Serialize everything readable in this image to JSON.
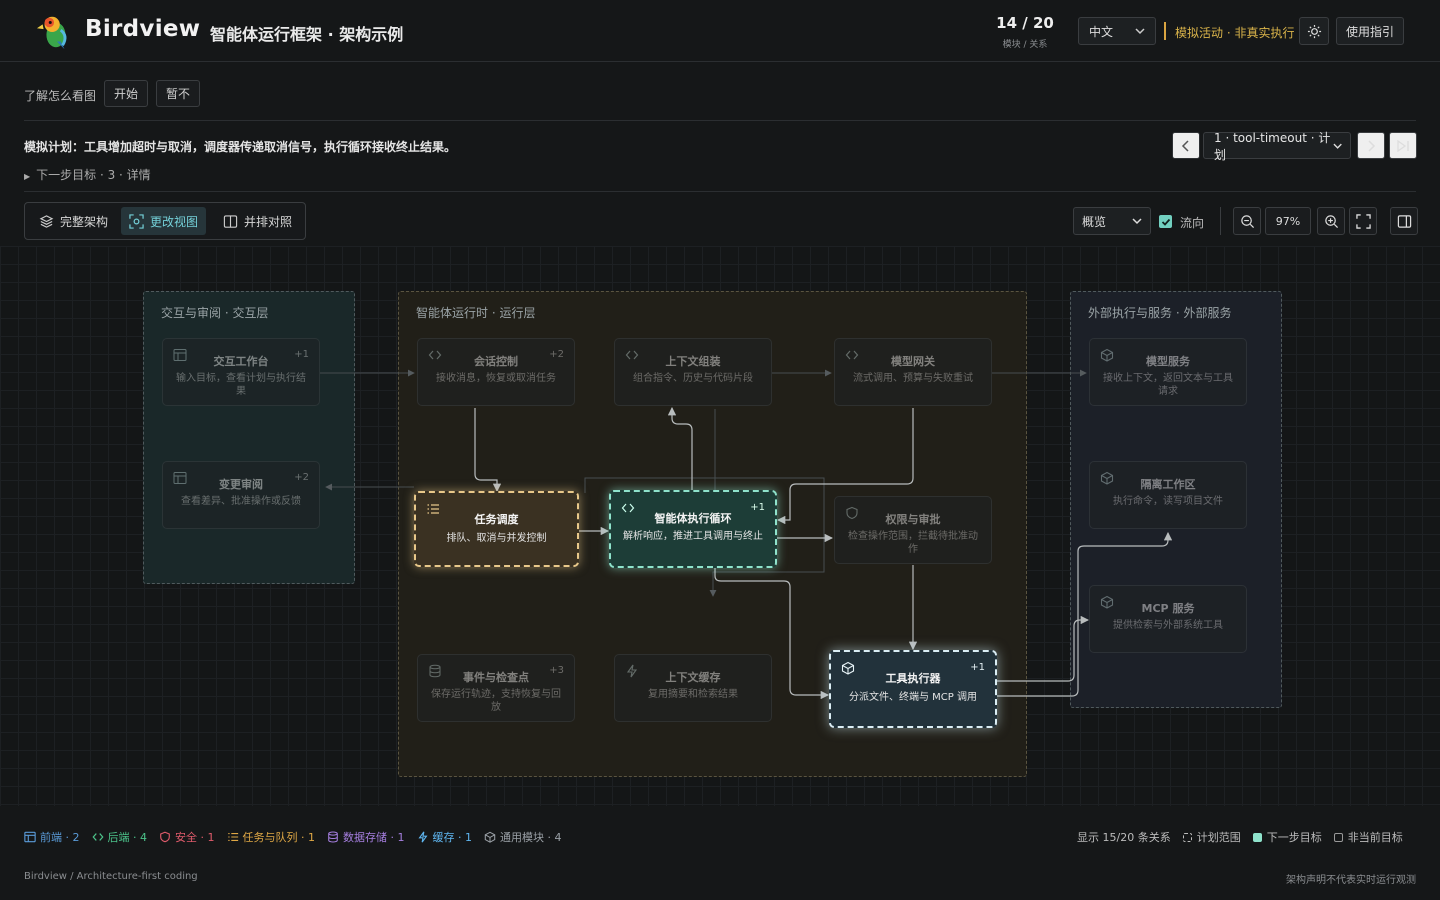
{
  "header": {
    "brand": "Birdview",
    "page_title": "智能体运行框架 · 架构示例",
    "counter": "14 / 20",
    "counter_label": "模块 / 关系",
    "language": "中文",
    "sim_notice": "模拟活动 · 非真实执行",
    "theme_icon": "sun-icon",
    "guide_label": "使用指引"
  },
  "onboarding": {
    "prompt": "了解怎么看图",
    "start_label": "开始",
    "skip_label": "暂不"
  },
  "plan": {
    "text": "模拟计划：工具增加超时与取消，调度器传递取消信号，执行循环接收终止结果。",
    "next_goal": "下一步目标 · 3 · 详情",
    "step_select": "1 · tool-timeout · 计划"
  },
  "toolbar": {
    "tabs": [
      {
        "label": "完整架构",
        "icon": "layers-icon",
        "active": false
      },
      {
        "label": "更改视图",
        "icon": "focus-icon",
        "active": true
      },
      {
        "label": "并排对照",
        "icon": "split-icon",
        "active": false
      }
    ],
    "overview_select": "概览",
    "flow_checked": true,
    "flow_label": "流向",
    "zoom": "97%"
  },
  "groups": [
    {
      "title": "交互与审阅 · 交互层"
    },
    {
      "title": "智能体运行时 · 运行层"
    },
    {
      "title": "外部执行与服务 · 外部服务"
    }
  ],
  "nodes": [
    {
      "title": "交互工作台",
      "desc": "输入目标，查看计划与执行结果",
      "count": "+1",
      "icon": "panel-icon"
    },
    {
      "title": "变更审阅",
      "desc": "查看差异、批准操作或反馈",
      "count": "+2",
      "icon": "panel-icon"
    },
    {
      "title": "会话控制",
      "desc": "接收消息，恢复或取消任务",
      "count": "+2",
      "icon": "code-icon"
    },
    {
      "title": "上下文组装",
      "desc": "组合指令、历史与代码片段",
      "count": "",
      "icon": "code-icon"
    },
    {
      "title": "模型网关",
      "desc": "流式调用、预算与失败重试",
      "count": "",
      "icon": "code-icon"
    },
    {
      "title": "任务调度",
      "desc": "排队、取消与并发控制",
      "count": "",
      "icon": "list-icon"
    },
    {
      "title": "智能体执行循环",
      "desc": "解析响应，推进工具调用与终止",
      "count": "+1",
      "icon": "code-icon"
    },
    {
      "title": "权限与审批",
      "desc": "检查操作范围，拦截待批准动作",
      "count": "",
      "icon": "shield-icon"
    },
    {
      "title": "事件与检查点",
      "desc": "保存运行轨迹，支持恢复与回放",
      "count": "+3",
      "icon": "database-icon"
    },
    {
      "title": "上下文缓存",
      "desc": "复用摘要和检索结果",
      "count": "",
      "icon": "bolt-icon"
    },
    {
      "title": "工具执行器",
      "desc": "分派文件、终端与 MCP 调用",
      "count": "+1",
      "icon": "cube-icon"
    },
    {
      "title": "模型服务",
      "desc": "接收上下文，返回文本与工具请求",
      "count": "",
      "icon": "cube-icon"
    },
    {
      "title": "隔离工作区",
      "desc": "执行命令，读写项目文件",
      "count": "",
      "icon": "cube-icon"
    },
    {
      "title": "MCP 服务",
      "desc": "提供检索与外部系统工具",
      "count": "",
      "icon": "cube-icon"
    }
  ],
  "legend": [
    {
      "label": "前端 · 2",
      "color": "#5a9bd8",
      "icon": "panel-icon"
    },
    {
      "label": "后端 · 4",
      "color": "#4cc38a",
      "icon": "code-icon"
    },
    {
      "label": "安全 · 1",
      "color": "#e05b6b",
      "icon": "shield-icon"
    },
    {
      "label": "任务与队列 · 1",
      "color": "#e0a845",
      "icon": "list-icon"
    },
    {
      "label": "数据存储 · 1",
      "color": "#a67fe0",
      "icon": "database-icon"
    },
    {
      "label": "缓存 · 1",
      "color": "#5fb6f0",
      "icon": "bolt-icon"
    },
    {
      "label": "通用模块 · 4",
      "color": "#9aa0a6",
      "icon": "cube-icon"
    }
  ],
  "status": {
    "shown": "显示 15/20 条关系",
    "plan_scope": "计划范围",
    "next_goal": "下一步目标",
    "not_current": "非当前目标"
  },
  "footer": {
    "left": "Birdview / Architecture-first coding",
    "right": "架构声明不代表实时运行观测"
  }
}
